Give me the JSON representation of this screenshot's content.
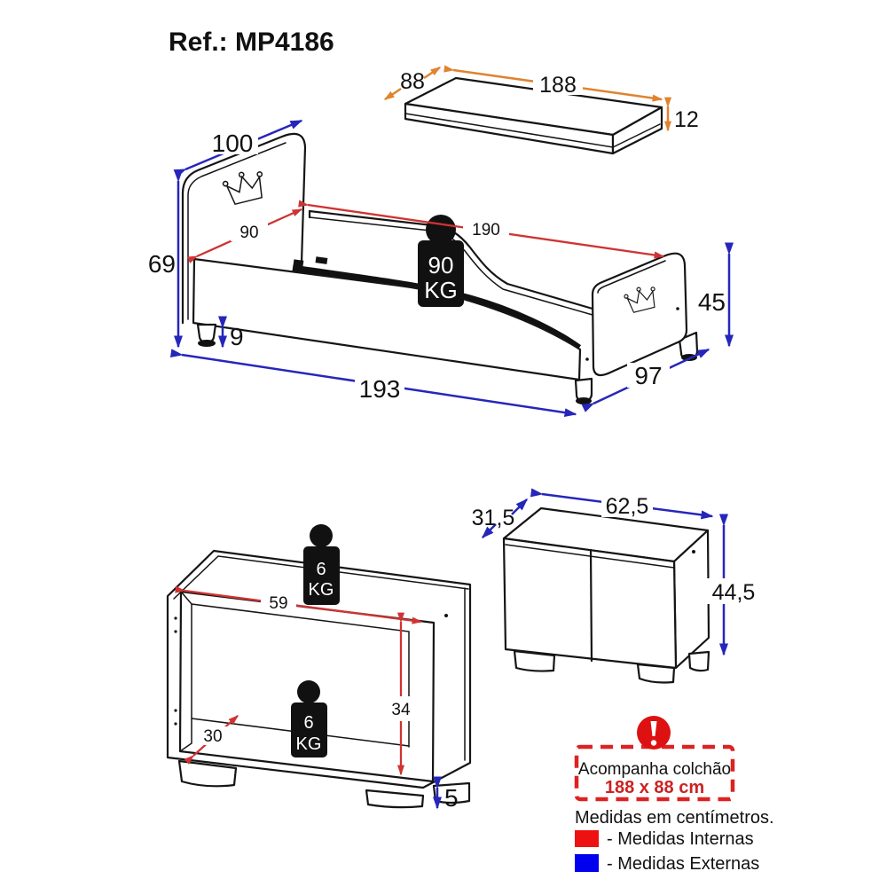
{
  "title": "Ref.: MP4186",
  "colors": {
    "internal_dim": "#cf3333",
    "external_dim": "#2626bb",
    "mattress_dim": "#e0832f",
    "outline": "#151515",
    "warning_red": "#dd2222",
    "legend_internal": "#ee1111",
    "legend_external": "#0000ee"
  },
  "mattress": {
    "width": "88",
    "length": "188",
    "thickness": "12"
  },
  "bed": {
    "headboard_width": "100",
    "total_height": "69",
    "internal_width": "90",
    "internal_length": "190",
    "footboard_height": "45",
    "base_clearance": "9",
    "total_length": "193",
    "total_depth": "97",
    "weight_capacity": "90",
    "weight_unit": "KG"
  },
  "cabinet_open": {
    "internal_width": "59",
    "internal_height": "34",
    "internal_depth": "30",
    "leg_height": "5",
    "top_weight_capacity": "6",
    "shelf_weight_capacity": "6",
    "weight_unit": "KG"
  },
  "cabinet_closed": {
    "depth": "31,5",
    "width": "62,5",
    "height": "44,5"
  },
  "legend": {
    "note_line1": "Acompanha colchão",
    "note_line2": "188 x 88 cm",
    "units": "Medidas em centímetros.",
    "internal": "- Medidas Internas",
    "external": "- Medidas Externas",
    "internal_color": "#ee1111",
    "external_color": "#0000ee"
  }
}
